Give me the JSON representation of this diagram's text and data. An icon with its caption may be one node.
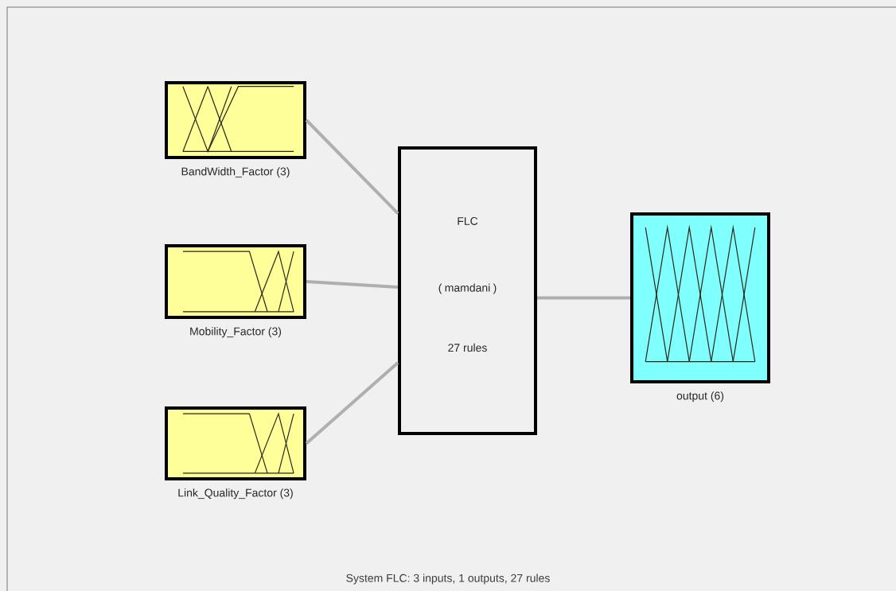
{
  "diagram": {
    "caption": "System FLC: 3 inputs, 1 outputs, 27 rules",
    "nodes": [
      {
        "text": [
          "BandWidth_Factor (3)"
        ]
      },
      {
        "text": [
          "Mobility_Factor (3)"
        ]
      },
      {
        "text": [
          "Link_Quality_Factor (3)"
        ]
      },
      {
        "text": [
          "FLC",
          "( mamdani )",
          "27 rules"
        ]
      },
      {
        "text": [
          "output (6)"
        ]
      }
    ],
    "edges": [
      {
        "from": 0,
        "to": 3,
        "arrow": "none"
      },
      {
        "from": 1,
        "to": 3,
        "arrow": "none"
      },
      {
        "from": 2,
        "to": 3,
        "arrow": "none"
      },
      {
        "from": 3,
        "to": 4,
        "arrow": "none"
      }
    ]
  }
}
